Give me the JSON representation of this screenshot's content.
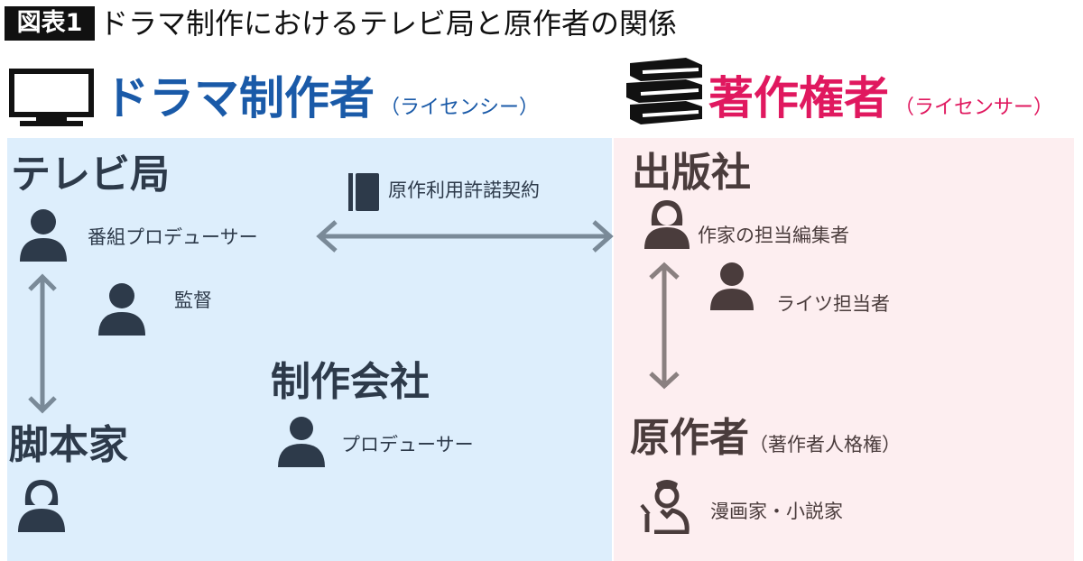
{
  "header": {
    "badge": "図表1",
    "title": "ドラマ制作におけるテレビ局と原作者の関係"
  },
  "licensee": {
    "title": "ドラマ制作者",
    "sub": "（ライセンシー）",
    "color": "#1a5aa8"
  },
  "licensor": {
    "title": "著作権者",
    "sub": "（ライセンサー）",
    "color": "#e0185f"
  },
  "left": {
    "tv_station": "テレビ局",
    "program_producer": "番組プロデューサー",
    "director": "監督",
    "production_company": "制作会社",
    "producer": "プロデューサー",
    "screenwriter": "脚本家"
  },
  "contract": "原作利用許諾契約",
  "right": {
    "publisher": "出版社",
    "editor": "作家の担当編集者",
    "rights_manager": "ライツ担当者",
    "author": "原作者",
    "author_sub": "（著作者人格権）",
    "author_desc": "漫画家・小説家"
  }
}
